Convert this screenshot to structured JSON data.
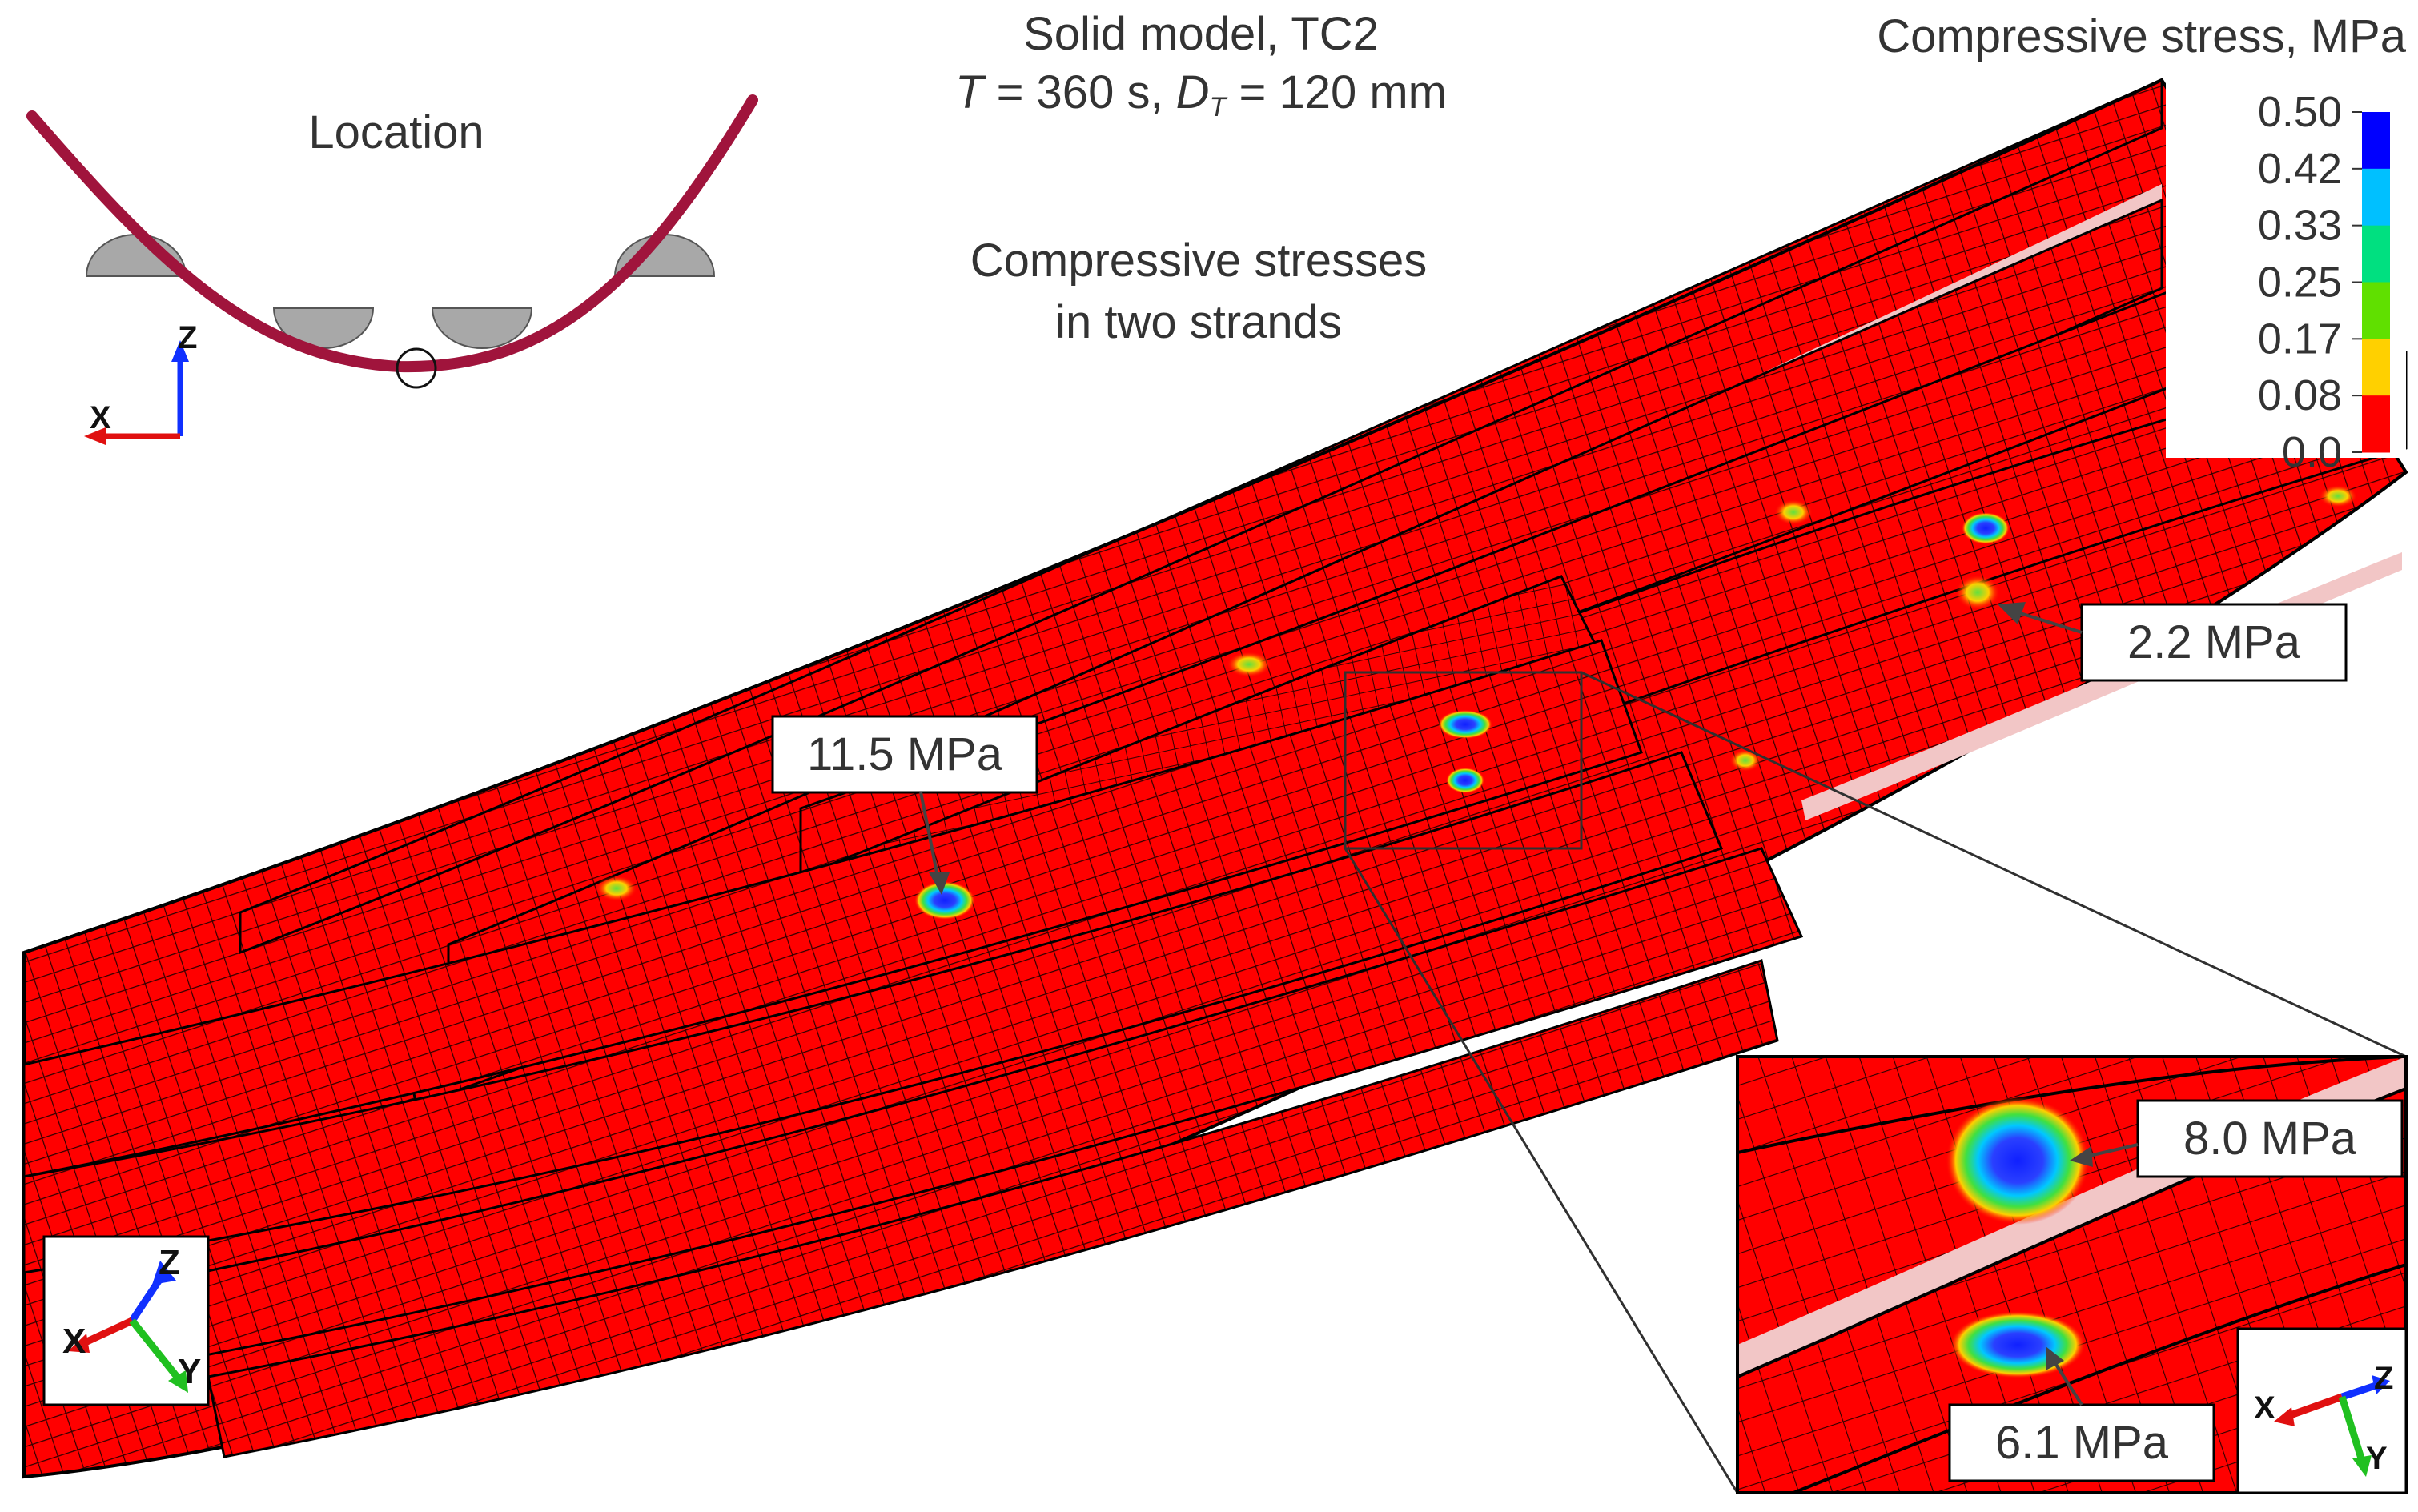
{
  "header": {
    "title_line1": "Solid model, TC2",
    "title_line2_T": "T",
    "title_line2_mid": " = 360 s, ",
    "title_line2_D": "D",
    "title_line2_sub": "T",
    "title_line2_end": " = 120 mm",
    "subtitle_line1": "Compressive stresses",
    "subtitle_line2": "in two strands"
  },
  "location_inset": {
    "label": "Location",
    "axis_vertical": "Z",
    "axis_horizontal": "X"
  },
  "legend": {
    "title": "Compressive stress, MPa",
    "ticks": [
      "0.50",
      "0.42",
      "0.33",
      "0.25",
      "0.17",
      "0.08",
      "0.0"
    ],
    "colors": [
      "#0000ff",
      "#00c0ff",
      "#00e080",
      "#60e000",
      "#ffd000",
      "#ff0000"
    ]
  },
  "callouts": {
    "main_left": "11.5 MPa",
    "main_right": "2.2 MPa",
    "zoom_top": "8.0 MPa",
    "zoom_bottom": "6.1 MPa"
  },
  "triads": {
    "main": {
      "z": "Z",
      "x": "X",
      "y": "Y"
    },
    "zoom": {
      "z": "Z",
      "x": "X",
      "y": "Y"
    }
  },
  "colors": {
    "strand": "#ff0000",
    "mesh": "#2a0000",
    "gap": "#f2c6c6",
    "rope_inset": "#a0143c",
    "sheave": "#a8a8a8"
  }
}
